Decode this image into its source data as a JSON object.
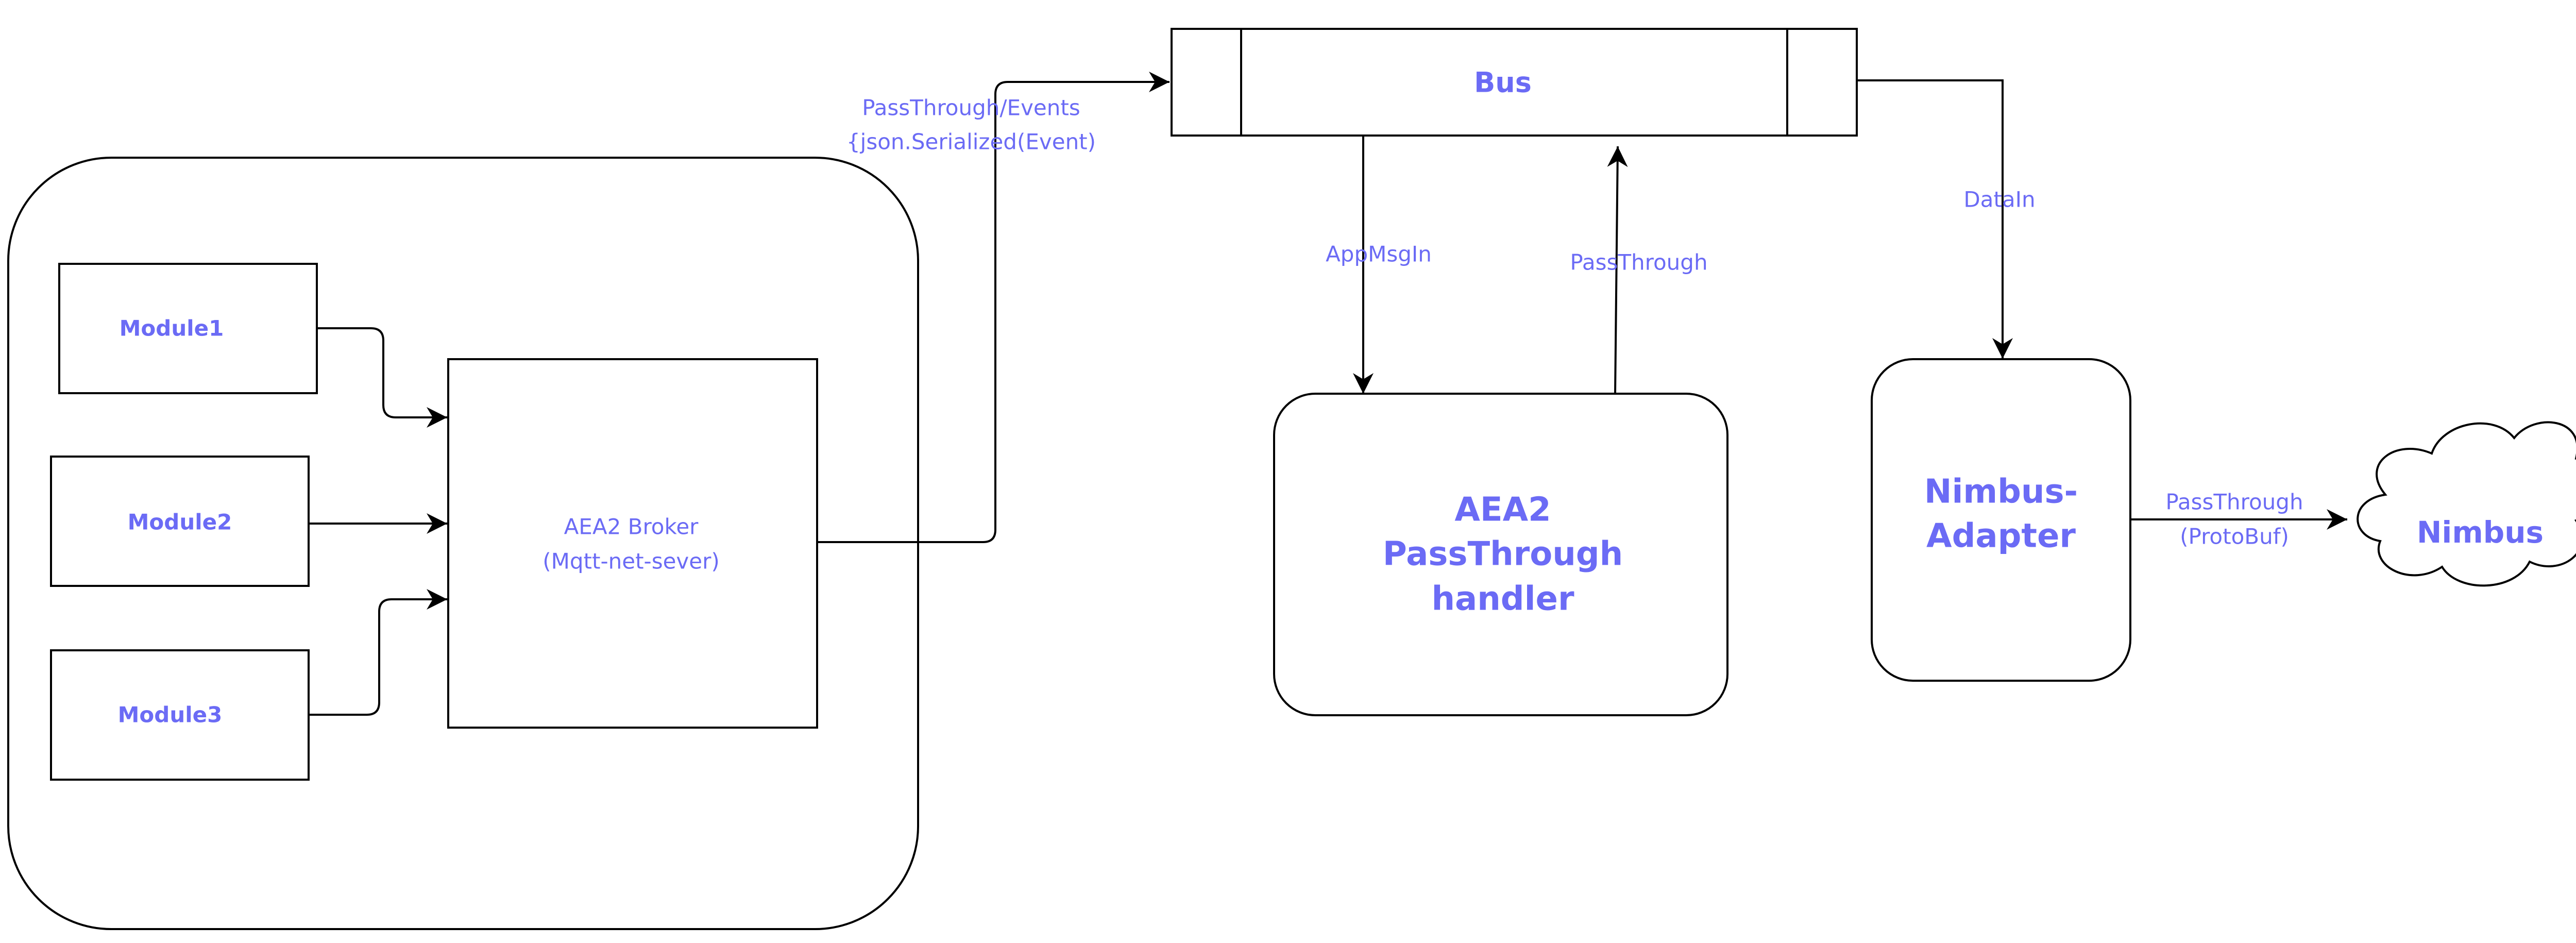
{
  "colors": {
    "label_text": "#6b6bf5",
    "stroke": "#000000",
    "background": "#ffffff"
  },
  "nodes": {
    "module1": "Module1",
    "module2": "Module2",
    "module3": "Module3",
    "broker": {
      "line1": "AEA2 Broker",
      "line2": "(Mqtt-net-sever)"
    },
    "bus": "Bus",
    "passthrough_handler": {
      "line1": "AEA2",
      "line2": "PassThrough",
      "line3": "handler"
    },
    "nimbus_adapter": {
      "line1": "Nimbus-",
      "line2": "Adapter"
    },
    "nimbus": "Nimbus"
  },
  "edges": {
    "broker_to_bus": {
      "line1": "PassThrough/Events",
      "line2": "{json.Serialized(Event)"
    },
    "bus_to_handler": "AppMsgIn",
    "handler_to_bus": "PassThrough",
    "bus_to_adapter": "DataIn",
    "adapter_to_nimbus": {
      "line1": "PassThrough",
      "line2": "(ProtoBuf)"
    }
  },
  "icons": {
    "cloud": "cloud-shape",
    "arrow": "arrowhead"
  }
}
